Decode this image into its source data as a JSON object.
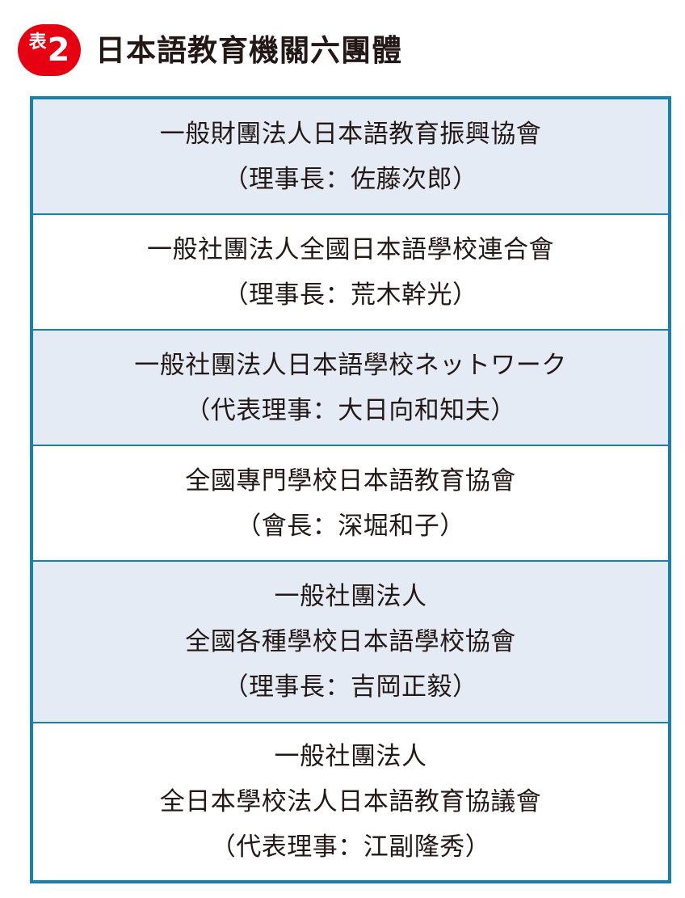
{
  "header": {
    "badge_label": "表",
    "badge_number": "2",
    "title": "日本語教育機關六團體"
  },
  "rows": [
    {
      "lines": [
        "一般財團法人日本語教育振興協會",
        "（理事長：佐藤次郎）"
      ]
    },
    {
      "lines": [
        "一般社團法人全國日本語學校連合會",
        "（理事長：荒木幹光）"
      ]
    },
    {
      "lines": [
        "一般社團法人日本語學校ネットワーク",
        "（代表理事：大日向和知夫）"
      ]
    },
    {
      "lines": [
        "全國專門學校日本語教育協會",
        "（會長：深堀和子）"
      ]
    },
    {
      "lines": [
        "一般社團法人",
        "全國各種學校日本語學校協會",
        "（理事長：吉岡正毅）"
      ]
    },
    {
      "lines": [
        "一般社團法人",
        "全日本學校法人日本語教育協議會",
        "（代表理事：江副隆秀）"
      ]
    }
  ],
  "colors": {
    "badge": "#e60012",
    "border": "#1681b1",
    "shaded_row": "#e4ebf5",
    "text": "#231815"
  }
}
